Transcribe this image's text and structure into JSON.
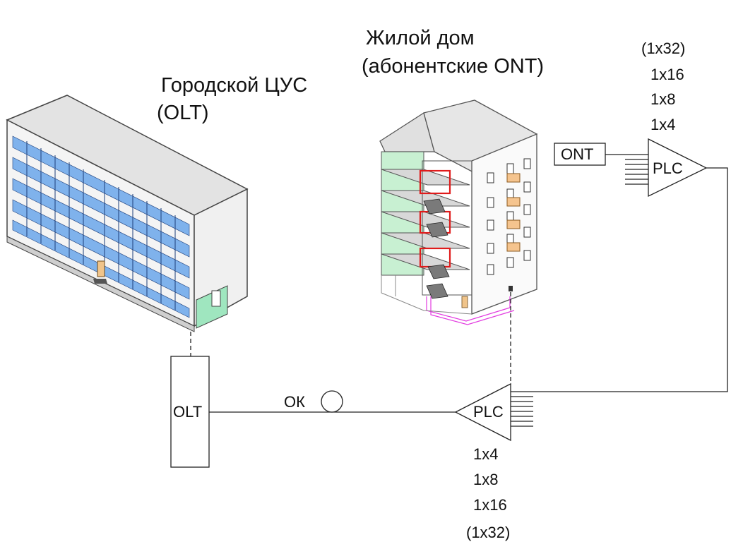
{
  "city_center": {
    "title": "Городской ЦУС",
    "subtitle": "(OLT)"
  },
  "house": {
    "title": "Жилой дом",
    "subtitle": "(абонентские ONT)"
  },
  "olt_box": {
    "label": "OLT"
  },
  "cable": {
    "label": "ОК"
  },
  "splitter_main": {
    "label": "PLC",
    "ratios": [
      "1x4",
      "1x8",
      "1x16"
    ],
    "optional_ratio": "(1x32)"
  },
  "splitter_floor": {
    "label": "PLC",
    "ratios": [
      "1x16",
      "1x8",
      "1x4"
    ],
    "optional_ratio": "(1x32)"
  },
  "ont_box": {
    "label": "ONT"
  }
}
